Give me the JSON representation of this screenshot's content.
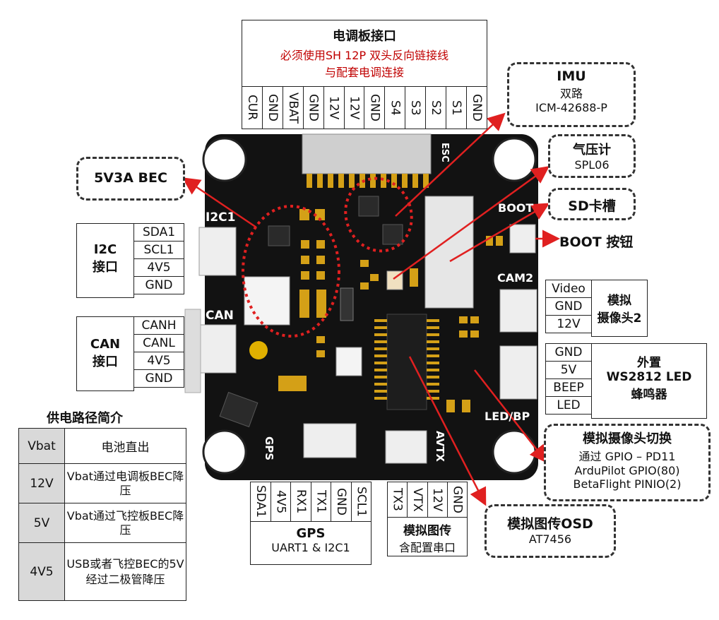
{
  "esc_box": {
    "title": "电调板接口",
    "note1": "必须使用SH 12P 双头反向链接线",
    "note2": "与配套电调连接",
    "pins": [
      "CUR",
      "GND",
      "VBAT",
      "GND",
      "12V",
      "12V",
      "GND",
      "S4",
      "S3",
      "S2",
      "S1",
      "GND"
    ]
  },
  "imu": {
    "title": "IMU",
    "line1": "双路",
    "line2": "ICM-42688-P"
  },
  "baro": {
    "title": "气压计",
    "line1": "SPL06"
  },
  "sd": {
    "title": "SD卡槽"
  },
  "boot_button": {
    "label": "BOOT 按钮"
  },
  "bec": {
    "title": "5V3A BEC"
  },
  "i2c": {
    "label1": "I2C",
    "label2": "接口",
    "pins": [
      "SDA1",
      "SCL1",
      "4V5",
      "GND"
    ]
  },
  "can": {
    "label1": "CAN",
    "label2": "接口",
    "pins": [
      "CANH",
      "CANL",
      "4V5",
      "GND"
    ]
  },
  "cam2": {
    "label1": "模拟",
    "label2": "摄像头2",
    "pins": [
      "Video",
      "GND",
      "12V"
    ]
  },
  "led": {
    "label1": "外置",
    "label2": "WS2812 LED",
    "label3": "蜂鸣器",
    "pins": [
      "GND",
      "5V",
      "BEEP",
      "LED"
    ]
  },
  "cam_switch": {
    "title": "模拟摄像头切换",
    "line1": "通过 GPIO – PD11",
    "line2": "ArduPilot GPIO(80)",
    "line3": "BetaFlight PINIO(2)"
  },
  "osd": {
    "title": "模拟图传OSD",
    "line1": "AT7456"
  },
  "gps": {
    "title": "GPS",
    "line1": "UART1 & I2C1",
    "pins": [
      "SDA1",
      "4V5",
      "RX1",
      "TX1",
      "GND",
      "SCL1"
    ]
  },
  "vtx": {
    "title": "模拟图传",
    "line1": "含配置串口",
    "pins": [
      "TX3",
      "VTX",
      "12V",
      "GND"
    ]
  },
  "power": {
    "title": "供电路径简介",
    "rows": [
      {
        "name": "Vbat",
        "desc": "电池直出"
      },
      {
        "name": "12V",
        "desc": "Vbat通过电调板BEC降压"
      },
      {
        "name": "5V",
        "desc": "Vbat通过飞控板BEC降压"
      },
      {
        "name": "4V5",
        "desc": "USB或者飞控BEC的5V经过二极管降压"
      }
    ]
  },
  "silk": {
    "i2c1": "I2C1",
    "can": "CAN",
    "boot": "BOOT",
    "cam2": "CAM2",
    "ledbp": "LED/BP",
    "gps": "GPS",
    "avtx": "AVTX",
    "esc": "ESC"
  },
  "colors": {
    "board": "#111111",
    "accent_red": "#e02020",
    "pad_gold": "#d4a017",
    "table_gray": "#d9d9d9"
  }
}
